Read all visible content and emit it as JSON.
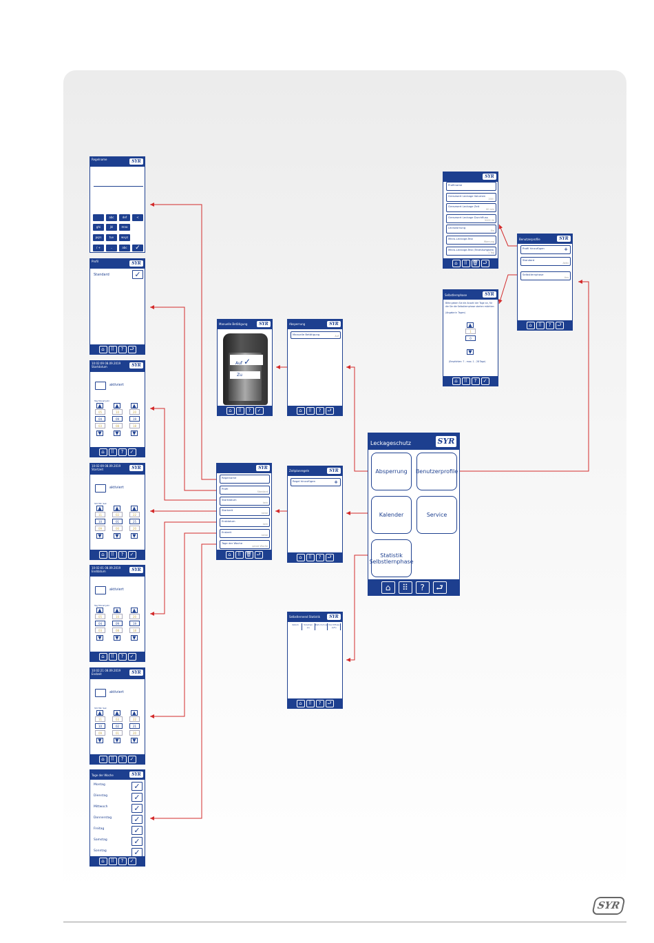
{
  "main": {
    "title": "Leckageschutz",
    "buttons": [
      "Absperrung",
      "Benutzerprofile",
      "Kalender",
      "Service",
      "Statistik Selbstlernphase"
    ]
  },
  "logo_text": "SYR",
  "footer_icons": [
    "home-icon",
    "grid-icon",
    "help-icon",
    "back-icon",
    "check-icon",
    "trash-icon"
  ],
  "regelname": {
    "title": "Regelname",
    "keys": [
      "",
      "abc",
      "def",
      "<",
      "ghi",
      "jkl",
      "mno",
      "pqrs",
      "tuv",
      "wxyz",
      "/ +",
      "..",
      "abc"
    ]
  },
  "profil": {
    "title": "Profil",
    "item": "Standard"
  },
  "startdatum": {
    "title1": "10:02:09 08.09.2019",
    "title2": "Startdatum",
    "aktiv": "aktiviert",
    "cols": "Tag  Monat  Jahr",
    "n1": [
      "05",
      "10",
      "20"
    ],
    "n2": [
      "04",
      "09",
      "19"
    ],
    "n3": [
      "03",
      "08",
      "18"
    ]
  },
  "startzeit": {
    "title1": "10:02:09 08.09.2019",
    "title2": "Startzeit",
    "aktiv": "aktiviert",
    "cols": "Std  Min  Sek",
    "n1": [
      "11",
      "02",
      "22"
    ],
    "n2": [
      "10",
      "01",
      "25"
    ],
    "n3": [
      "09",
      "00",
      "20"
    ]
  },
  "enddatum": {
    "title1": "10:02:01 08.09.2019",
    "title2": "Enddatum",
    "aktiv": "aktiviert",
    "cols": "Tag  Monat  Jahr",
    "n1": [
      "05",
      "10",
      "20"
    ],
    "n2": [
      "04",
      "09",
      "19"
    ],
    "n3": [
      "03",
      "08",
      "18"
    ]
  },
  "endzeit": {
    "title1": "10:02:21 08.09.2019",
    "title2": "Endzeit",
    "aktiv": "aktiviert",
    "cols": "Std  Min  Sek",
    "n1": [
      "11",
      "03",
      "22"
    ],
    "n2": [
      "10",
      "02",
      "21"
    ],
    "n3": [
      "09",
      "01",
      "20"
    ]
  },
  "tage": {
    "title": "Tage der Woche",
    "days": [
      "Montag",
      "Dienstag",
      "Mittwoch",
      "Donnerstag",
      "Freitag",
      "Samstag",
      "Sonntag"
    ]
  },
  "manuell": {
    "title": "Manuelle Betätigung",
    "auf": "Auf",
    "zu": "Zu"
  },
  "absperrung": {
    "title": "Absperrung",
    "row": "Manuelle Betätigung",
    "val": "Auf"
  },
  "regel": {
    "rows": [
      {
        "l": "Regelname",
        "r": ""
      },
      {
        "l": "Profil",
        "r": "Standard"
      },
      {
        "l": "Startdatum",
        "r": "kein"
      },
      {
        "l": "Startzeit",
        "r": "keine"
      },
      {
        "l": "Enddatum",
        "r": "kein"
      },
      {
        "l": "Endzeit",
        "r": "keine"
      },
      {
        "l": "Tage der Woche",
        "r": "ganze Woche"
      }
    ]
  },
  "zeitplan": {
    "title": "Zeitplanregeln",
    "row": "Regel hinzufügen",
    "plus": "+"
  },
  "statistik": {
    "title": "Selbstlernend Statistik",
    "cols": [
      "datum",
      "Volumen (L)",
      "Zeit (h:m:s)",
      "Durchfluss (L/h)"
    ]
  },
  "profilename": {
    "rows": [
      {
        "l": "Profilname",
        "r": ""
      },
      {
        "l": "Grenzwert Leckage Volumen",
        "r": "200 l"
      },
      {
        "l": "Grenzwert Leckage Zeit",
        "r": "60 min"
      },
      {
        "l": "Grenzwert Leckage Durchfluss",
        "r": "5000 l/h"
      },
      {
        "l": "Leckwarnung",
        "r": "Ein"
      },
      {
        "l": "Mikro-Leckage-Test",
        "r": "Warnung"
      },
      {
        "l": "Mikro-Leckage-Test (Testhäufigkeit)",
        "r": "1 Tag"
      }
    ]
  },
  "benutzer": {
    "title": "Benutzerprofile",
    "rows": [
      {
        "l": "Profil hinzufügen",
        "r": ""
      },
      {
        "l": "Standard",
        "r": "Aktiv"
      },
      {
        "l": "Selbstlernphase",
        "r": "Aus"
      }
    ]
  },
  "selbstlern": {
    "title": "Selbstlernphase",
    "text1": "Bitte geben Sie die Anzahl der Tage an, für",
    "text2": "die Sie die Selbstlernphase starten möchten",
    "text3": "(Angabe in Tagen)",
    "n": [
      "1",
      "0"
    ],
    "note": "(Empfohlen: 7 - max. 1 - 28 Tage)"
  }
}
